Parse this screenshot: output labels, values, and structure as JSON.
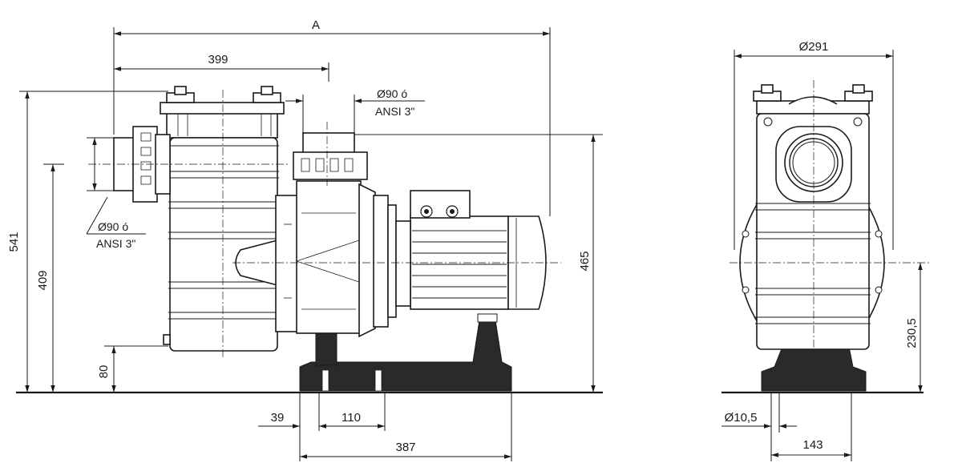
{
  "dimensions": {
    "overall_length": "A",
    "inlet_offset": "399",
    "outlet_size_top": "Ø90 ó",
    "outlet_std_top": "ANSI 3\"",
    "inlet_size_side": "Ø90 ó",
    "inlet_std_side": "ANSI 3\"",
    "total_height": "541",
    "inlet_height": "409",
    "outlet_height": "465",
    "drain_height": "80",
    "base_offset": "39",
    "base_hole_spacing": "110",
    "base_length": "387",
    "diameter": "Ø291",
    "axis_height": "230,5",
    "mount_hole": "Ø10,5",
    "base_width": "143"
  }
}
